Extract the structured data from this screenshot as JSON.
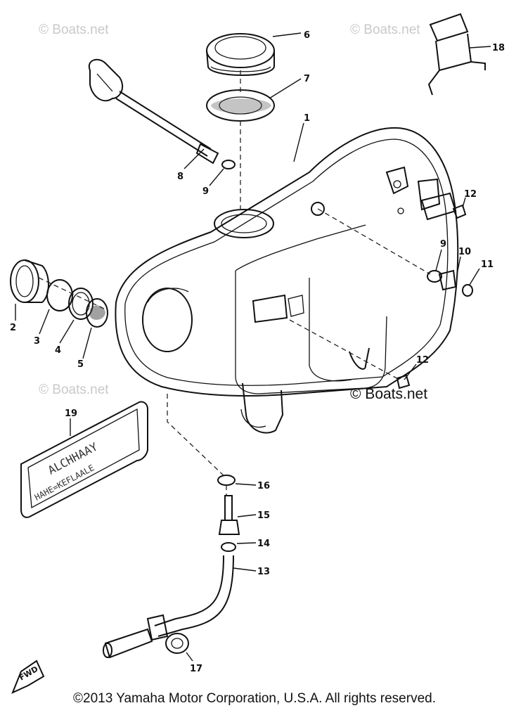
{
  "watermarks": [
    "© Boats.net",
    "© Boats.net",
    "© Boats.net",
    "© Boats.net"
  ],
  "callouts": {
    "c1": "1",
    "c2": "2",
    "c3": "3",
    "c4": "4",
    "c5": "5",
    "c6": "6",
    "c7": "7",
    "c8": "8",
    "c9a": "9",
    "c9b": "9",
    "c10": "10",
    "c11": "11",
    "c12a": "12",
    "c12b": "12",
    "c13": "13",
    "c14": "14",
    "c15": "15",
    "c16": "16",
    "c17": "17",
    "c18": "18",
    "c19": "19"
  },
  "copyright": "©2013 Yamaha Motor Corporation, U.S.A. All rights reserved."
}
